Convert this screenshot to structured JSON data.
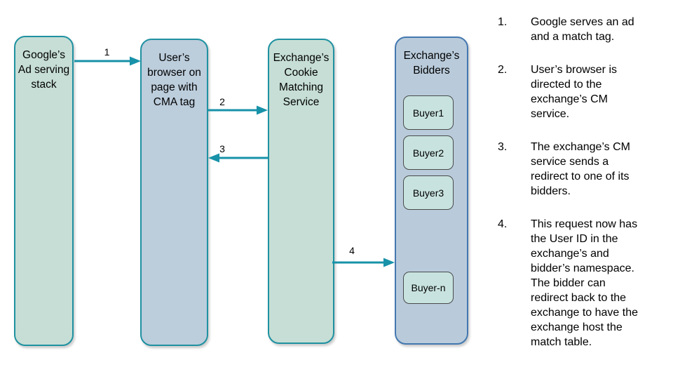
{
  "theme": {
    "mint": "#c6ded5",
    "bluegray": "#bccddc",
    "lane4fill": "#b9cbdb",
    "teal": "#1f91a1",
    "blue": "#4478b0",
    "buyerfill": "#c8e3df",
    "buyerborder": "#4a4a4a",
    "arrow": "#1792a8",
    "text": "#000000",
    "bg": "#ffffff"
  },
  "diagram": {
    "lanes": [
      {
        "title": "Google’s\nAd serving\nstack"
      },
      {
        "title": "User’s\nbrowser on\npage with\nCMA tag"
      },
      {
        "title": "Exchange’s\nCookie\nMatching\nService"
      },
      {
        "title": "Exchange’s\nBidders",
        "buyers": [
          "Buyer1",
          "Buyer2",
          "Buyer3",
          "Buyer-n"
        ]
      }
    ],
    "arrows": [
      {
        "label": "1"
      },
      {
        "label": "2"
      },
      {
        "label": "3"
      },
      {
        "label": "4"
      }
    ]
  },
  "steps": [
    {
      "number": "1.",
      "text": "Google serves an ad\nand a match tag."
    },
    {
      "number": "2.",
      "text": "User’s browser is\ndirected to the\nexchange’s CM\nservice."
    },
    {
      "number": "3.",
      "text": "The exchange’s CM\nservice sends a\nredirect to one of its\nbidders."
    },
    {
      "number": "4.",
      "text": "This request now has\nthe User ID in the\nexchange’s and\nbidder’s namespace.\nThe bidder can\nredirect back to the\nexchange to have the\nexchange host the\nmatch table."
    }
  ]
}
